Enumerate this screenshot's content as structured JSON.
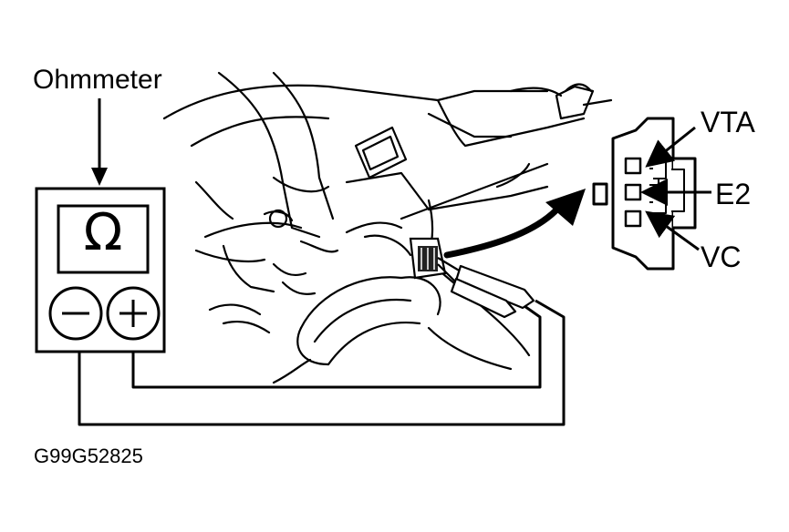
{
  "labels": {
    "ohmmeter": "Ohmmeter",
    "vta": "VTA",
    "e2": "E2",
    "vc": "VC",
    "figure_code": "G99G52825"
  },
  "meter": {
    "display_symbol": "Ω",
    "negative_terminal": "minus",
    "positive_terminal": "plus"
  },
  "icons": {
    "meter_display": "omega-symbol",
    "terminal_negative": "minus-circle-icon",
    "terminal_positive": "plus-circle-icon"
  },
  "colors": {
    "line": "#000000",
    "background": "#ffffff",
    "connector_fill": "#222222"
  }
}
